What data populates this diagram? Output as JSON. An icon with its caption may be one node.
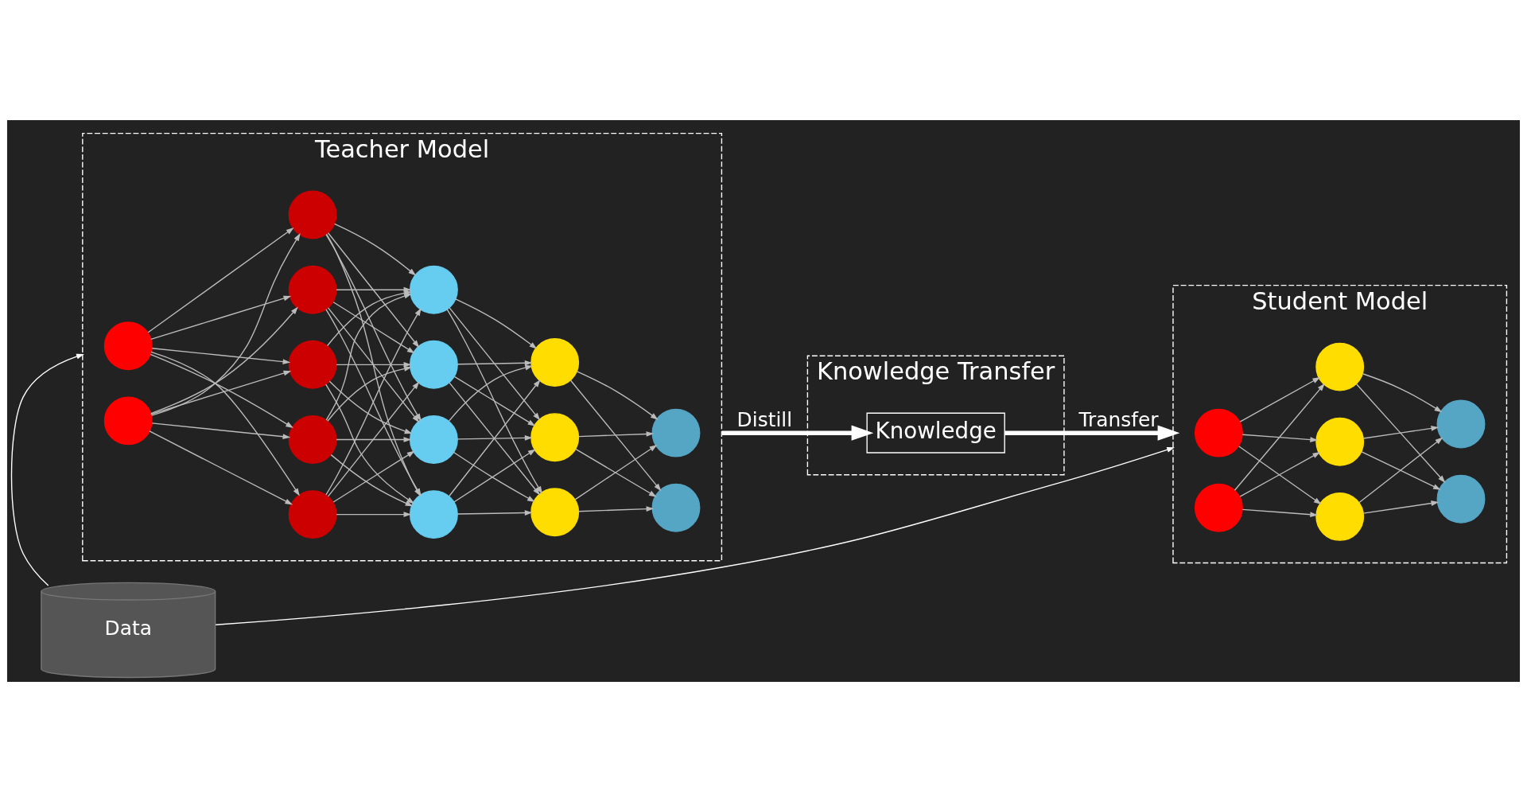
{
  "diagram": {
    "nodes": [
      {
        "text": [
          "Teacher Model"
        ]
      },
      {
        "text": [],
        "shape": "circle",
        "in": 0
      },
      {
        "text": [],
        "shape": "circle",
        "in": 0
      },
      {
        "text": [],
        "shape": "circle",
        "in": 0
      },
      {
        "text": [],
        "shape": "circle",
        "in": 0
      },
      {
        "text": [],
        "shape": "circle",
        "in": 0
      },
      {
        "text": [],
        "shape": "circle",
        "in": 0
      },
      {
        "text": [],
        "shape": "circle",
        "in": 0
      },
      {
        "text": [],
        "shape": "circle",
        "in": 0
      },
      {
        "text": [],
        "shape": "circle",
        "in": 0
      },
      {
        "text": [],
        "shape": "circle",
        "in": 0
      },
      {
        "text": [],
        "shape": "circle",
        "in": 0
      },
      {
        "text": [],
        "shape": "circle",
        "in": 0
      },
      {
        "text": [],
        "shape": "circle",
        "in": 0
      },
      {
        "text": [],
        "shape": "circle",
        "in": 0
      },
      {
        "text": [],
        "shape": "circle",
        "in": 0
      },
      {
        "text": [],
        "shape": "circle",
        "in": 0
      },
      {
        "text": [
          "Knowledge Transfer"
        ]
      },
      {
        "text": [
          "Knowledge"
        ],
        "in": 17
      },
      {
        "text": [
          "Student Model"
        ]
      },
      {
        "text": [],
        "shape": "circle",
        "in": 19
      },
      {
        "text": [],
        "shape": "circle",
        "in": 19
      },
      {
        "text": [],
        "shape": "circle",
        "in": 19
      },
      {
        "text": [],
        "shape": "circle",
        "in": 19
      },
      {
        "text": [],
        "shape": "circle",
        "in": 19
      },
      {
        "text": [],
        "shape": "circle",
        "in": 19
      },
      {
        "text": [],
        "shape": "circle",
        "in": 19
      },
      {
        "text": [
          "Data"
        ]
      }
    ],
    "edges": [
      {
        "from": 1,
        "to": 3,
        "arrow": "to"
      },
      {
        "from": 1,
        "to": 4,
        "arrow": "to"
      },
      {
        "from": 1,
        "to": 5,
        "arrow": "to"
      },
      {
        "from": 1,
        "to": 6,
        "arrow": "to"
      },
      {
        "from": 1,
        "to": 7,
        "arrow": "to"
      },
      {
        "from": 2,
        "to": 3,
        "arrow": "to"
      },
      {
        "from": 2,
        "to": 4,
        "arrow": "to"
      },
      {
        "from": 2,
        "to": 5,
        "arrow": "to"
      },
      {
        "from": 2,
        "to": 6,
        "arrow": "to"
      },
      {
        "from": 2,
        "to": 7,
        "arrow": "to"
      },
      {
        "from": 3,
        "to": 8,
        "arrow": "to"
      },
      {
        "from": 3,
        "to": 9,
        "arrow": "to"
      },
      {
        "from": 3,
        "to": 10,
        "arrow": "to"
      },
      {
        "from": 3,
        "to": 11,
        "arrow": "to"
      },
      {
        "from": 4,
        "to": 8,
        "arrow": "to"
      },
      {
        "from": 4,
        "to": 9,
        "arrow": "to"
      },
      {
        "from": 4,
        "to": 10,
        "arrow": "to"
      },
      {
        "from": 4,
        "to": 11,
        "arrow": "to"
      },
      {
        "from": 5,
        "to": 8,
        "arrow": "to"
      },
      {
        "from": 5,
        "to": 9,
        "arrow": "to"
      },
      {
        "from": 5,
        "to": 10,
        "arrow": "to"
      },
      {
        "from": 5,
        "to": 11,
        "arrow": "to"
      },
      {
        "from": 6,
        "to": 8,
        "arrow": "to"
      },
      {
        "from": 6,
        "to": 9,
        "arrow": "to"
      },
      {
        "from": 6,
        "to": 10,
        "arrow": "to"
      },
      {
        "from": 6,
        "to": 11,
        "arrow": "to"
      },
      {
        "from": 7,
        "to": 8,
        "arrow": "to"
      },
      {
        "from": 7,
        "to": 9,
        "arrow": "to"
      },
      {
        "from": 7,
        "to": 10,
        "arrow": "to"
      },
      {
        "from": 7,
        "to": 11,
        "arrow": "to"
      },
      {
        "from": 8,
        "to": 12,
        "arrow": "to"
      },
      {
        "from": 8,
        "to": 13,
        "arrow": "to"
      },
      {
        "from": 8,
        "to": 14,
        "arrow": "to"
      },
      {
        "from": 9,
        "to": 12,
        "arrow": "to"
      },
      {
        "from": 9,
        "to": 13,
        "arrow": "to"
      },
      {
        "from": 9,
        "to": 14,
        "arrow": "to"
      },
      {
        "from": 10,
        "to": 12,
        "arrow": "to"
      },
      {
        "from": 10,
        "to": 13,
        "arrow": "to"
      },
      {
        "from": 10,
        "to": 14,
        "arrow": "to"
      },
      {
        "from": 11,
        "to": 12,
        "arrow": "to"
      },
      {
        "from": 11,
        "to": 13,
        "arrow": "to"
      },
      {
        "from": 11,
        "to": 14,
        "arrow": "to"
      },
      {
        "from": 12,
        "to": 15,
        "arrow": "to"
      },
      {
        "from": 12,
        "to": 16,
        "arrow": "to"
      },
      {
        "from": 13,
        "to": 15,
        "arrow": "to"
      },
      {
        "from": 13,
        "to": 16,
        "arrow": "to"
      },
      {
        "from": 14,
        "to": 15,
        "arrow": "to"
      },
      {
        "from": 14,
        "to": 16,
        "arrow": "to"
      },
      {
        "from": 20,
        "to": 22,
        "arrow": "to"
      },
      {
        "from": 20,
        "to": 23,
        "arrow": "to"
      },
      {
        "from": 20,
        "to": 24,
        "arrow": "to"
      },
      {
        "from": 21,
        "to": 22,
        "arrow": "to"
      },
      {
        "from": 21,
        "to": 23,
        "arrow": "to"
      },
      {
        "from": 21,
        "to": 24,
        "arrow": "to"
      },
      {
        "from": 22,
        "to": 25,
        "arrow": "to"
      },
      {
        "from": 22,
        "to": 26,
        "arrow": "to"
      },
      {
        "from": 23,
        "to": 25,
        "arrow": "to"
      },
      {
        "from": 23,
        "to": 26,
        "arrow": "to"
      },
      {
        "from": 24,
        "to": 25,
        "arrow": "to"
      },
      {
        "from": 24,
        "to": 26,
        "arrow": "to"
      },
      {
        "from": 0,
        "to": 18,
        "arrow": "to",
        "label": "Distill",
        "style": "thick",
        "color": "#ffffff"
      },
      {
        "from": 18,
        "to": 19,
        "arrow": "to",
        "label": "Transfer",
        "style": "thick",
        "color": "#ffffff"
      },
      {
        "from": 27,
        "to": 0,
        "arrow": "to",
        "color": "#ffffff"
      },
      {
        "from": 27,
        "to": 19,
        "arrow": "to",
        "color": "#ffffff"
      }
    ]
  }
}
